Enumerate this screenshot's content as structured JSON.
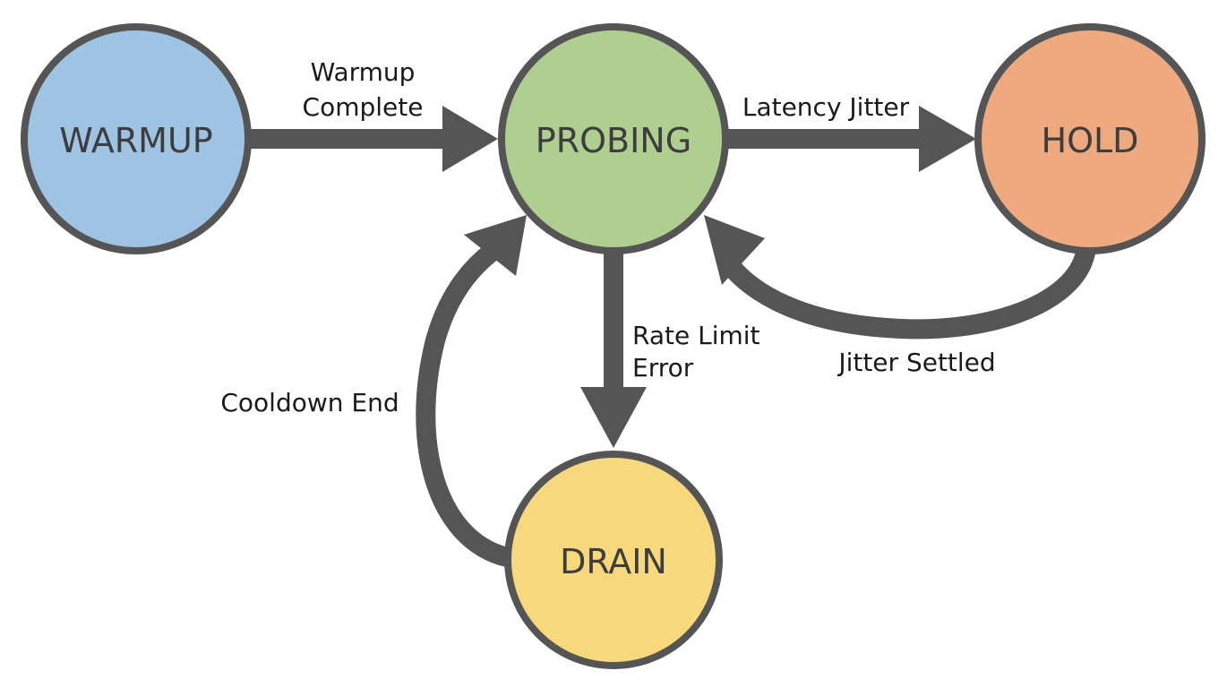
{
  "colors": {
    "stroke": "#555555",
    "warmup": "#9fc3e3",
    "probing": "#aecf8f",
    "hold": "#eeaa7e",
    "drain": "#f7d87c"
  },
  "nodes": {
    "warmup": {
      "label": "WARMUP"
    },
    "probing": {
      "label": "PROBING"
    },
    "hold": {
      "label": "HOLD"
    },
    "drain": {
      "label": "DRAIN"
    }
  },
  "edges": {
    "warmup_to_probing": {
      "line1": "Warmup",
      "line2": "Complete"
    },
    "probing_to_hold": {
      "label": "Latency Jitter"
    },
    "hold_to_probing": {
      "label": "Jitter Settled"
    },
    "probing_to_drain": {
      "line1": "Rate Limit",
      "line2": "Error"
    },
    "drain_to_probing": {
      "label": "Cooldown End"
    }
  }
}
